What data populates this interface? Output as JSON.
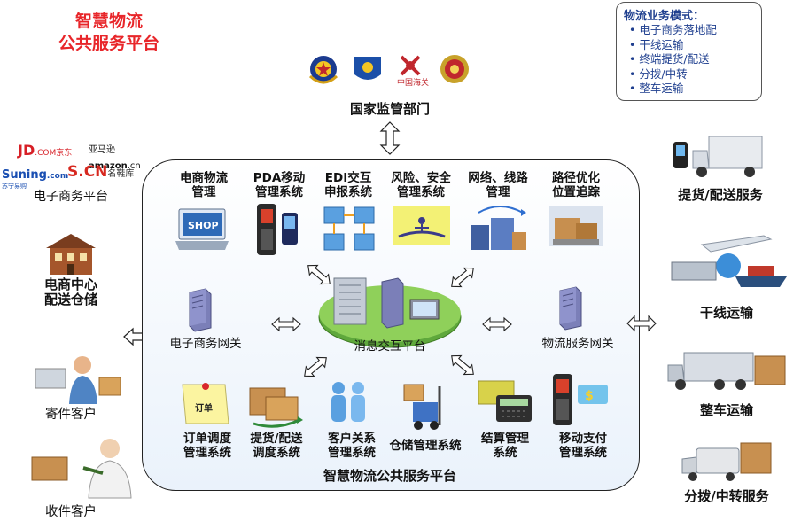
{
  "title": {
    "line1": "智慧物流",
    "line2": "公共服务平台"
  },
  "legend": {
    "title": "物流业务模式：",
    "items": [
      "电子商务落地配",
      "干线运输",
      "终端提货/配送",
      "分拨/中转",
      "整车运输"
    ]
  },
  "regulator": {
    "label": "国家监管部门"
  },
  "logos": {
    "jd": "JD",
    "jd_suffix": ".COM",
    "jd_cn": "京东",
    "amazon": "amazon",
    "amazon_cn": "亚马逊",
    "amazon_suffix": ".cn",
    "suning": "Suning",
    "suning_suffix": ".com",
    "suning_cn": "苏宁易购",
    "scn": "S.CN",
    "scn_cn": "名鞋库"
  },
  "left": {
    "ecommerce_platform": "电子商务平台",
    "warehouse": {
      "line1": "电商中心",
      "line2": "配送仓储"
    },
    "sender": "寄件客户",
    "receiver": "收件客户"
  },
  "right": {
    "pickup": "提货/配送服务",
    "trunk": "干线运输",
    "full_truck": "整车运输",
    "sorting": "分拨/中转服务"
  },
  "platform": {
    "name": "智慧物流公共服务平台",
    "center": "消息交互平台",
    "gateway_left": "电子商务网关",
    "gateway_right": "物流服务网关",
    "top_modules": [
      {
        "line1": "电商物流",
        "line2": "管理"
      },
      {
        "line1": "PDA移动",
        "line2": "管理系统"
      },
      {
        "line1": "EDI交互",
        "line2": "申报系统"
      },
      {
        "line1": "风险、安全",
        "line2": "管理系统"
      },
      {
        "line1": "网络、线路",
        "line2": "管理"
      },
      {
        "line1": "路径优化",
        "line2": "位置追踪"
      }
    ],
    "bottom_modules": [
      {
        "line1": "订单调度",
        "line2": "管理系统"
      },
      {
        "line1": "提货/配送",
        "line2": "调度系统"
      },
      {
        "line1": "客户关系",
        "line2": "管理系统"
      },
      {
        "line1": "仓储管理系统",
        "line2": ""
      },
      {
        "line1": "结算管理",
        "line2": "系统"
      },
      {
        "line1": "移动支付",
        "line2": "管理系统"
      }
    ],
    "shop_sign": "SHOP",
    "order_sign": "订单"
  },
  "colors": {
    "title": "#e8262a",
    "legend_text": "#1f3f8f",
    "platform_border": "#222222",
    "server": "#7b7fb8"
  }
}
